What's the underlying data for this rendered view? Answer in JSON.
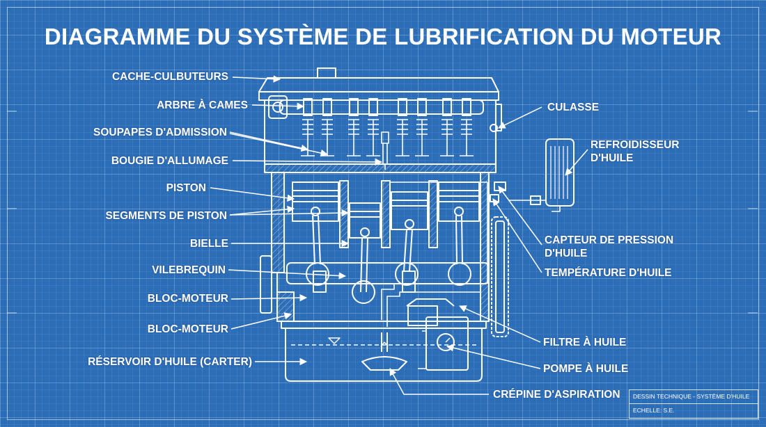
{
  "title": "DIAGRAMME DU SYSTÈME DE LUBRIFICATION DU MOTEUR",
  "colors": {
    "background": "#2c6db8",
    "line": "#ffffff"
  },
  "labels_left": {
    "cache_culbuteurs": "CACHE-CULBUTEURS",
    "arbre_a_cames": "ARBRE À CAMES",
    "soupapes_admission": "SOUPAPES D'ADMISSION",
    "bougie_allumage": "BOUGIE D'ALLUMAGE",
    "piston": "PISTON",
    "segments_piston": "SEGMENTS DE PISTON",
    "bielle": "BIELLE",
    "vilebrequin": "VILEBREQUIN",
    "bloc_moteur_1": "BLOC-MOTEUR",
    "bloc_moteur_2": "BLOC-MOTEUR",
    "reservoir": "RÉSERVOIR D'HUILE (CARTER)"
  },
  "labels_right": {
    "culasse": "CULASSE",
    "refroidisseur_1": "REFROIDISSEUR",
    "refroidisseur_2": "D'HUILE",
    "capteur_1": "CAPTEUR DE PRESSION",
    "capteur_2": "D'HUILE",
    "temperature": "TEMPÉRATURE D'HUILE",
    "filtre": "FILTRE À HUILE",
    "pompe": "POMPE À HUILE",
    "crepine": "CRÉPINE D'ASPIRATION"
  },
  "title_block": {
    "line1": "DESSIN TECHNIQUE - SYSTÈME D'HUILE",
    "line2": "ECHELLE: S.E."
  }
}
